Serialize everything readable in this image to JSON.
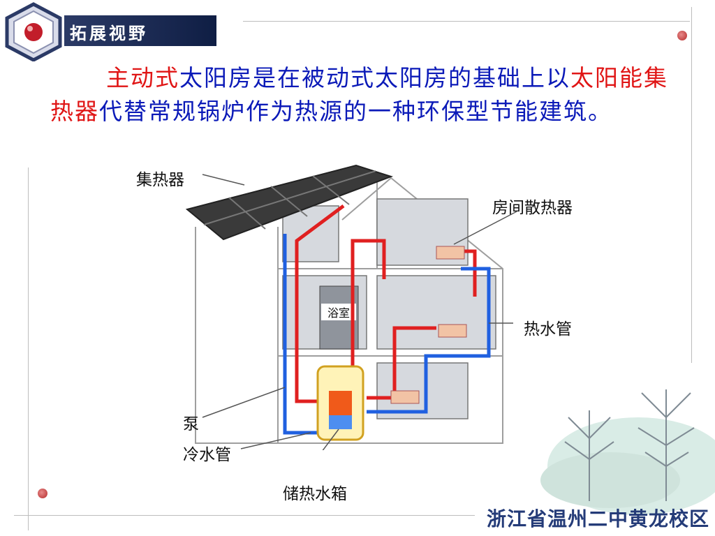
{
  "header": {
    "banner_text": "拓展视野"
  },
  "paragraph": {
    "part1_red": "主动式",
    "part2": "太阳房是在被动式太阳房的基础上以",
    "part3_red": "太阳能集热器",
    "part4": "代替常规锅炉作为热源的一种环保型节能建筑。"
  },
  "diagram": {
    "labels": {
      "collector": "集热器",
      "room_radiator": "房间散热器",
      "bathroom": "浴室",
      "hot_water_pipe": "热水管",
      "pump": "泵",
      "cold_water_pipe": "冷水管",
      "storage_tank": "储热水箱"
    }
  },
  "footer": {
    "school": "浙江省温州二中黄龙校区"
  },
  "colors": {
    "title_blue": "#0b1ab8",
    "highlight_red": "#e01515",
    "hot_pipe": "#e02020",
    "cold_pipe": "#2060e0"
  }
}
